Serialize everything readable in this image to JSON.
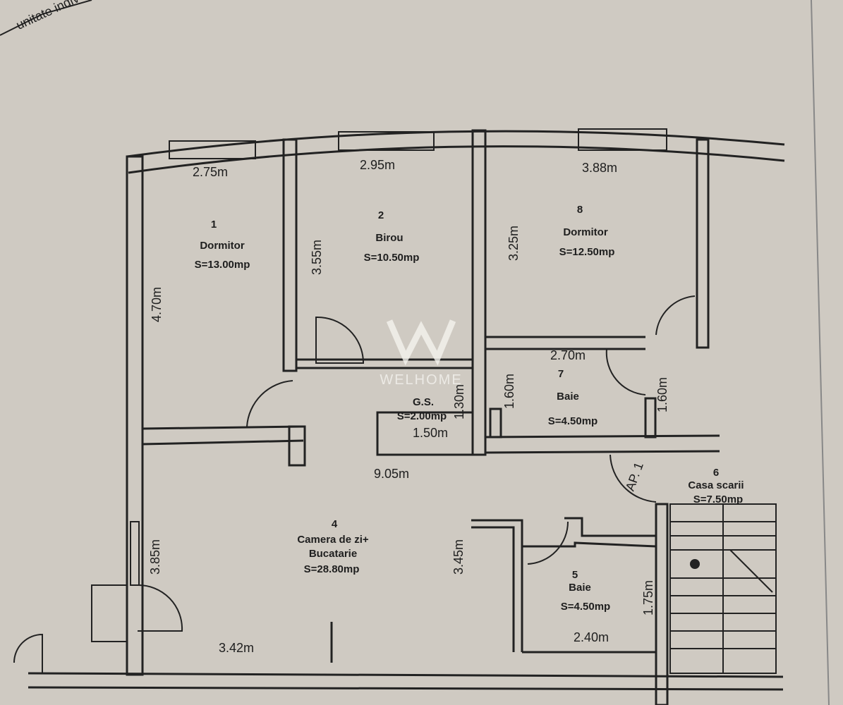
{
  "header_fragment": "unitate indiv",
  "watermark": "WELHOME",
  "rooms": [
    {
      "number": "1",
      "name": "Dormitor",
      "area": "S=13.00mp"
    },
    {
      "number": "2",
      "name": "Birou",
      "area": "S=10.50mp"
    },
    {
      "number": "",
      "name": "G.S.",
      "area": "S=2.00mp"
    },
    {
      "number": "4",
      "name": "Camera de zi+",
      "name2": "Bucatarie",
      "area": "S=28.80mp"
    },
    {
      "number": "5",
      "name": "Baie",
      "area": "S=4.50mp"
    },
    {
      "number": "6",
      "name": "Casa scarii",
      "area": "S=7.50mp"
    },
    {
      "number": "7",
      "name": "Baie",
      "area": "S=4.50mp"
    },
    {
      "number": "8",
      "name": "Dormitor",
      "area": "S=12.50mp"
    }
  ],
  "dimensions": {
    "d1_width": "2.75m",
    "d1_height": "4.70m",
    "d2_width": "2.95m",
    "d2_height": "3.55m",
    "d8_width": "3.88m",
    "d8_height": "3.25m",
    "b7_width": "2.70m",
    "b7_height_left": "1.60m",
    "b7_height_right": "1.60m",
    "gs_width": "1.50m",
    "gs_height": "1.30m",
    "living_length": "9.05m",
    "living_left": "3.85m",
    "living_bottom": "3.42m",
    "living_right": "3.45m",
    "b5_width": "2.40m",
    "b5_height": "1.75m"
  },
  "apartment_label": "AP. 1"
}
